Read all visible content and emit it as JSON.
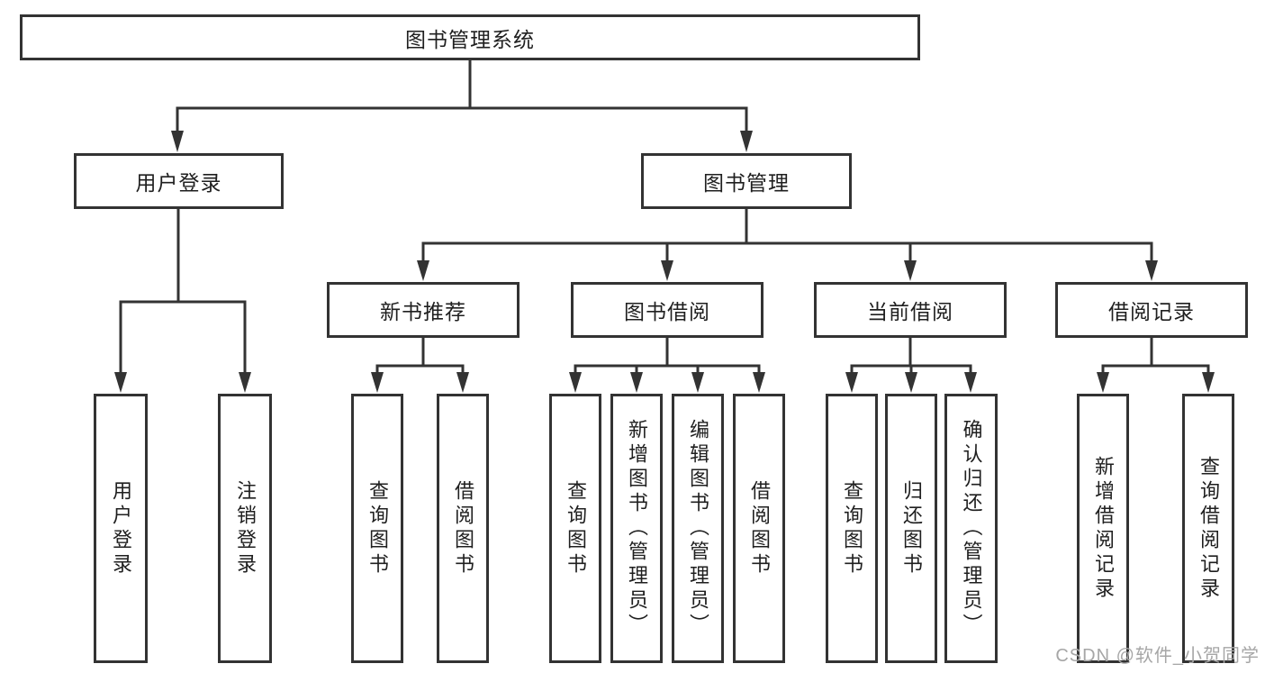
{
  "diagram": {
    "root": {
      "label": "图书管理系统"
    },
    "children": [
      {
        "label": "用户登录",
        "children": [
          {
            "label": "用户登录"
          },
          {
            "label": "注销登录"
          }
        ]
      },
      {
        "label": "图书管理",
        "children": [
          {
            "label": "新书推荐",
            "children": [
              {
                "label": "查询图书"
              },
              {
                "label": "借阅图书"
              }
            ]
          },
          {
            "label": "图书借阅",
            "children": [
              {
                "label": "查询图书"
              },
              {
                "label": "新增图书（管理员）"
              },
              {
                "label": "编辑图书（管理员）"
              },
              {
                "label": "借阅图书"
              }
            ]
          },
          {
            "label": "当前借阅",
            "children": [
              {
                "label": "查询图书"
              },
              {
                "label": "归还图书"
              },
              {
                "label": "确认归还（管理员）"
              }
            ]
          },
          {
            "label": "借阅记录",
            "children": [
              {
                "label": "新增借阅记录"
              },
              {
                "label": "查询借阅记录"
              }
            ]
          }
        ]
      }
    ]
  },
  "watermark": {
    "text": "CSDN @软件_小贺同学"
  },
  "colors": {
    "line": "#333333",
    "text": "#1f1f1f",
    "watermark": "#a6a6a6",
    "background": "#ffffff"
  }
}
